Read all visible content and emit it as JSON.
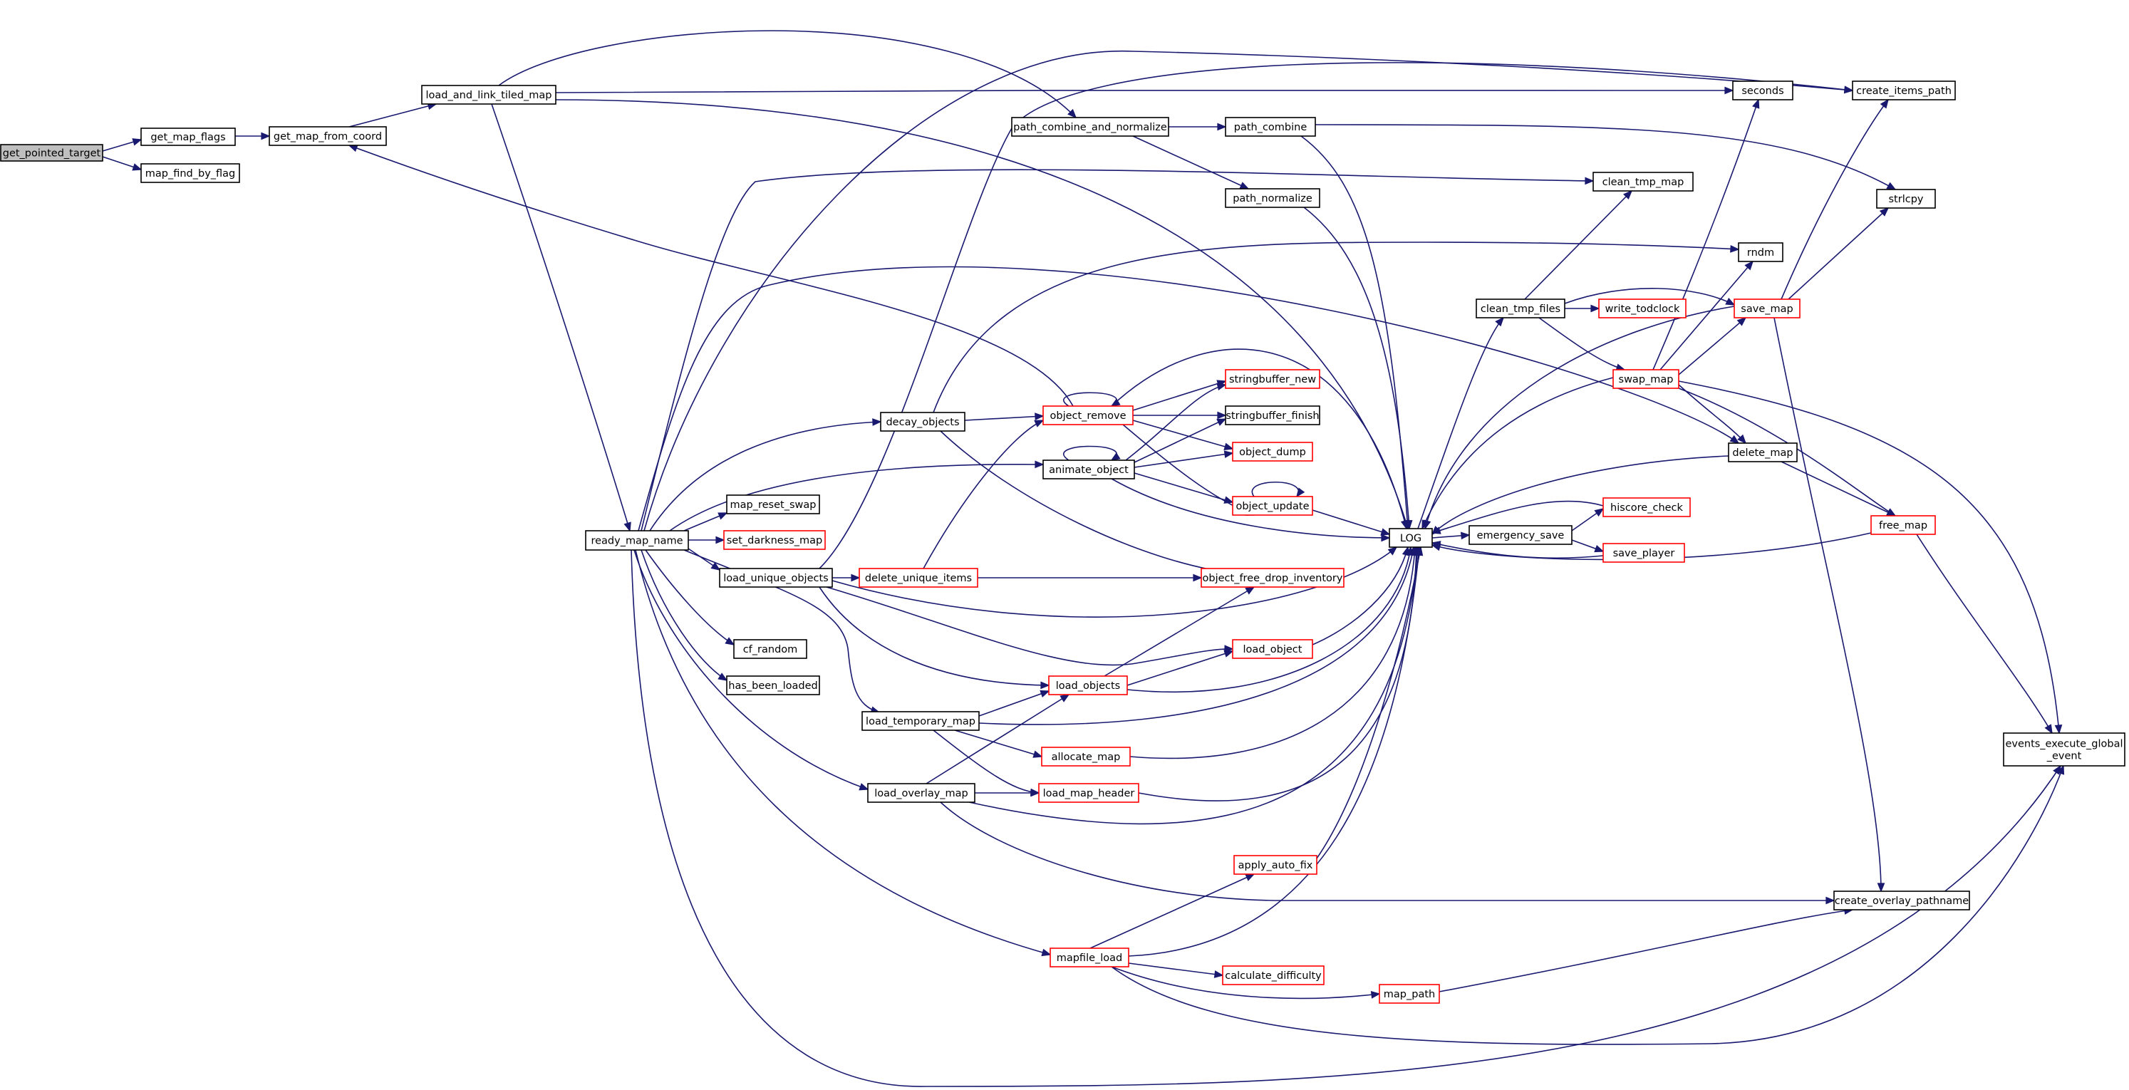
{
  "colors": {
    "edge": "#191970",
    "node_border": "#000000",
    "truncated_node_border": "#ff0000",
    "root_fill": "#bfbfbf",
    "background": "#ffffff"
  },
  "nodes": [
    {
      "id": "get_pointed_target",
      "label": "get_pointed_target",
      "root": true
    },
    {
      "id": "get_map_flags",
      "label": "get_map_flags"
    },
    {
      "id": "map_find_by_flag",
      "label": "map_find_by_flag"
    },
    {
      "id": "get_map_from_coord",
      "label": "get_map_from_coord"
    },
    {
      "id": "load_and_link_tiled_map",
      "label": "load_and_link_tiled_map"
    },
    {
      "id": "ready_map_name",
      "label": "ready_map_name"
    },
    {
      "id": "path_combine_and_normalize",
      "label": "path_combine_and_normalize"
    },
    {
      "id": "path_combine",
      "label": "path_combine"
    },
    {
      "id": "path_normalize",
      "label": "path_normalize"
    },
    {
      "id": "seconds",
      "label": "seconds"
    },
    {
      "id": "create_items_path",
      "label": "create_items_path"
    },
    {
      "id": "clean_tmp_map",
      "label": "clean_tmp_map"
    },
    {
      "id": "strlcpy",
      "label": "strlcpy"
    },
    {
      "id": "rndm",
      "label": "rndm"
    },
    {
      "id": "clean_tmp_files",
      "label": "clean_tmp_files"
    },
    {
      "id": "write_todclock",
      "label": "write_todclock",
      "truncated": true
    },
    {
      "id": "save_map",
      "label": "save_map",
      "truncated": true
    },
    {
      "id": "swap_map",
      "label": "swap_map",
      "truncated": true
    },
    {
      "id": "decay_objects",
      "label": "decay_objects"
    },
    {
      "id": "object_remove",
      "label": "object_remove",
      "truncated": true
    },
    {
      "id": "stringbuffer_new",
      "label": "stringbuffer_new",
      "truncated": true
    },
    {
      "id": "stringbuffer_finish",
      "label": "stringbuffer_finish"
    },
    {
      "id": "object_dump",
      "label": "object_dump",
      "truncated": true
    },
    {
      "id": "animate_object",
      "label": "animate_object"
    },
    {
      "id": "object_update",
      "label": "object_update",
      "truncated": true
    },
    {
      "id": "delete_map",
      "label": "delete_map"
    },
    {
      "id": "map_reset_swap",
      "label": "map_reset_swap"
    },
    {
      "id": "set_darkness_map",
      "label": "set_darkness_map",
      "truncated": true
    },
    {
      "id": "LOG",
      "label": "LOG"
    },
    {
      "id": "emergency_save",
      "label": "emergency_save"
    },
    {
      "id": "hiscore_check",
      "label": "hiscore_check",
      "truncated": true
    },
    {
      "id": "save_player",
      "label": "save_player",
      "truncated": true
    },
    {
      "id": "free_map",
      "label": "free_map",
      "truncated": true
    },
    {
      "id": "load_unique_objects",
      "label": "load_unique_objects"
    },
    {
      "id": "delete_unique_items",
      "label": "delete_unique_items",
      "truncated": true
    },
    {
      "id": "object_free_drop_inventory",
      "label": "object_free_drop_inventory",
      "truncated": true
    },
    {
      "id": "cf_random",
      "label": "cf_random"
    },
    {
      "id": "load_object",
      "label": "load_object",
      "truncated": true
    },
    {
      "id": "has_been_loaded",
      "label": "has_been_loaded"
    },
    {
      "id": "load_objects",
      "label": "load_objects",
      "truncated": true
    },
    {
      "id": "load_temporary_map",
      "label": "load_temporary_map"
    },
    {
      "id": "events_execute_global_event",
      "label": "events_execute_global\n_event"
    },
    {
      "id": "allocate_map",
      "label": "allocate_map",
      "truncated": true
    },
    {
      "id": "load_overlay_map",
      "label": "load_overlay_map"
    },
    {
      "id": "load_map_header",
      "label": "load_map_header",
      "truncated": true
    },
    {
      "id": "apply_auto_fix",
      "label": "apply_auto_fix",
      "truncated": true
    },
    {
      "id": "create_overlay_pathname",
      "label": "create_overlay_pathname"
    },
    {
      "id": "mapfile_load",
      "label": "mapfile_load",
      "truncated": true
    },
    {
      "id": "calculate_difficulty",
      "label": "calculate_difficulty",
      "truncated": true
    },
    {
      "id": "map_path",
      "label": "map_path",
      "truncated": true
    }
  ],
  "edges": [
    [
      "get_pointed_target",
      "get_map_flags"
    ],
    [
      "get_pointed_target",
      "map_find_by_flag"
    ],
    [
      "get_map_flags",
      "get_map_from_coord"
    ],
    [
      "get_map_from_coord",
      "load_and_link_tiled_map"
    ],
    [
      "load_and_link_tiled_map",
      "path_combine_and_normalize"
    ],
    [
      "load_and_link_tiled_map",
      "seconds"
    ],
    [
      "load_and_link_tiled_map",
      "LOG"
    ],
    [
      "load_and_link_tiled_map",
      "ready_map_name"
    ],
    [
      "path_combine_and_normalize",
      "path_combine"
    ],
    [
      "path_combine_and_normalize",
      "path_normalize"
    ],
    [
      "path_combine",
      "strlcpy"
    ],
    [
      "path_combine",
      "LOG"
    ],
    [
      "path_normalize",
      "LOG"
    ],
    [
      "ready_map_name",
      "create_items_path"
    ],
    [
      "ready_map_name",
      "clean_tmp_map"
    ],
    [
      "ready_map_name",
      "delete_map"
    ],
    [
      "ready_map_name",
      "decay_objects"
    ],
    [
      "ready_map_name",
      "animate_object"
    ],
    [
      "ready_map_name",
      "map_reset_swap"
    ],
    [
      "ready_map_name",
      "set_darkness_map"
    ],
    [
      "ready_map_name",
      "load_unique_objects"
    ],
    [
      "ready_map_name",
      "cf_random"
    ],
    [
      "ready_map_name",
      "has_been_loaded"
    ],
    [
      "ready_map_name",
      "load_temporary_map"
    ],
    [
      "ready_map_name",
      "load_overlay_map"
    ],
    [
      "ready_map_name",
      "mapfile_load"
    ],
    [
      "ready_map_name",
      "events_execute_global_event"
    ],
    [
      "decay_objects",
      "rndm"
    ],
    [
      "decay_objects",
      "object_remove"
    ],
    [
      "decay_objects",
      "object_free_drop_inventory"
    ],
    [
      "object_remove",
      "get_map_from_coord"
    ],
    [
      "object_remove",
      "object_remove"
    ],
    [
      "object_remove",
      "stringbuffer_new"
    ],
    [
      "object_remove",
      "stringbuffer_finish"
    ],
    [
      "object_remove",
      "object_dump"
    ],
    [
      "object_remove",
      "object_update"
    ],
    [
      "object_remove",
      "LOG"
    ],
    [
      "animate_object",
      "animate_object"
    ],
    [
      "animate_object",
      "stringbuffer_new"
    ],
    [
      "animate_object",
      "stringbuffer_finish"
    ],
    [
      "animate_object",
      "object_dump"
    ],
    [
      "animate_object",
      "object_update"
    ],
    [
      "animate_object",
      "LOG"
    ],
    [
      "object_update",
      "object_update"
    ],
    [
      "object_update",
      "LOG"
    ],
    [
      "load_unique_objects",
      "delete_unique_items"
    ],
    [
      "load_unique_objects",
      "LOG"
    ],
    [
      "load_unique_objects",
      "load_object"
    ],
    [
      "load_unique_objects",
      "load_objects"
    ],
    [
      "load_unique_objects",
      "create_items_path"
    ],
    [
      "delete_unique_items",
      "object_remove"
    ],
    [
      "delete_unique_items",
      "object_free_drop_inventory"
    ],
    [
      "load_object",
      "LOG"
    ],
    [
      "load_objects",
      "load_object"
    ],
    [
      "load_objects",
      "object_free_drop_inventory"
    ],
    [
      "load_objects",
      "LOG"
    ],
    [
      "load_temporary_map",
      "load_objects"
    ],
    [
      "load_temporary_map",
      "allocate_map"
    ],
    [
      "load_temporary_map",
      "load_map_header"
    ],
    [
      "load_temporary_map",
      "LOG"
    ],
    [
      "allocate_map",
      "LOG"
    ],
    [
      "load_map_header",
      "LOG"
    ],
    [
      "load_overlay_map",
      "load_objects"
    ],
    [
      "load_overlay_map",
      "load_map_header"
    ],
    [
      "load_overlay_map",
      "LOG"
    ],
    [
      "load_overlay_map",
      "create_overlay_pathname"
    ],
    [
      "mapfile_load",
      "apply_auto_fix"
    ],
    [
      "mapfile_load",
      "LOG"
    ],
    [
      "mapfile_load",
      "calculate_difficulty"
    ],
    [
      "mapfile_load",
      "map_path"
    ],
    [
      "mapfile_load",
      "events_execute_global_event"
    ],
    [
      "apply_auto_fix",
      "LOG"
    ],
    [
      "map_path",
      "create_overlay_pathname"
    ],
    [
      "LOG",
      "clean_tmp_files"
    ],
    [
      "LOG",
      "emergency_save"
    ],
    [
      "emergency_save",
      "hiscore_check"
    ],
    [
      "emergency_save",
      "save_player"
    ],
    [
      "hiscore_check",
      "LOG"
    ],
    [
      "save_player",
      "LOG"
    ],
    [
      "clean_tmp_files",
      "clean_tmp_map"
    ],
    [
      "clean_tmp_files",
      "write_todclock"
    ],
    [
      "clean_tmp_files",
      "save_map"
    ],
    [
      "clean_tmp_files",
      "swap_map"
    ],
    [
      "swap_map",
      "seconds"
    ],
    [
      "swap_map",
      "rndm"
    ],
    [
      "swap_map",
      "save_map"
    ],
    [
      "swap_map",
      "delete_map"
    ],
    [
      "swap_map",
      "free_map"
    ],
    [
      "swap_map",
      "LOG"
    ],
    [
      "swap_map",
      "events_execute_global_event"
    ],
    [
      "save_map",
      "create_items_path"
    ],
    [
      "save_map",
      "strlcpy"
    ],
    [
      "save_map",
      "LOG"
    ],
    [
      "save_map",
      "create_overlay_pathname"
    ],
    [
      "delete_map",
      "free_map"
    ],
    [
      "delete_map",
      "LOG"
    ],
    [
      "free_map",
      "LOG"
    ],
    [
      "free_map",
      "events_execute_global_event"
    ]
  ]
}
